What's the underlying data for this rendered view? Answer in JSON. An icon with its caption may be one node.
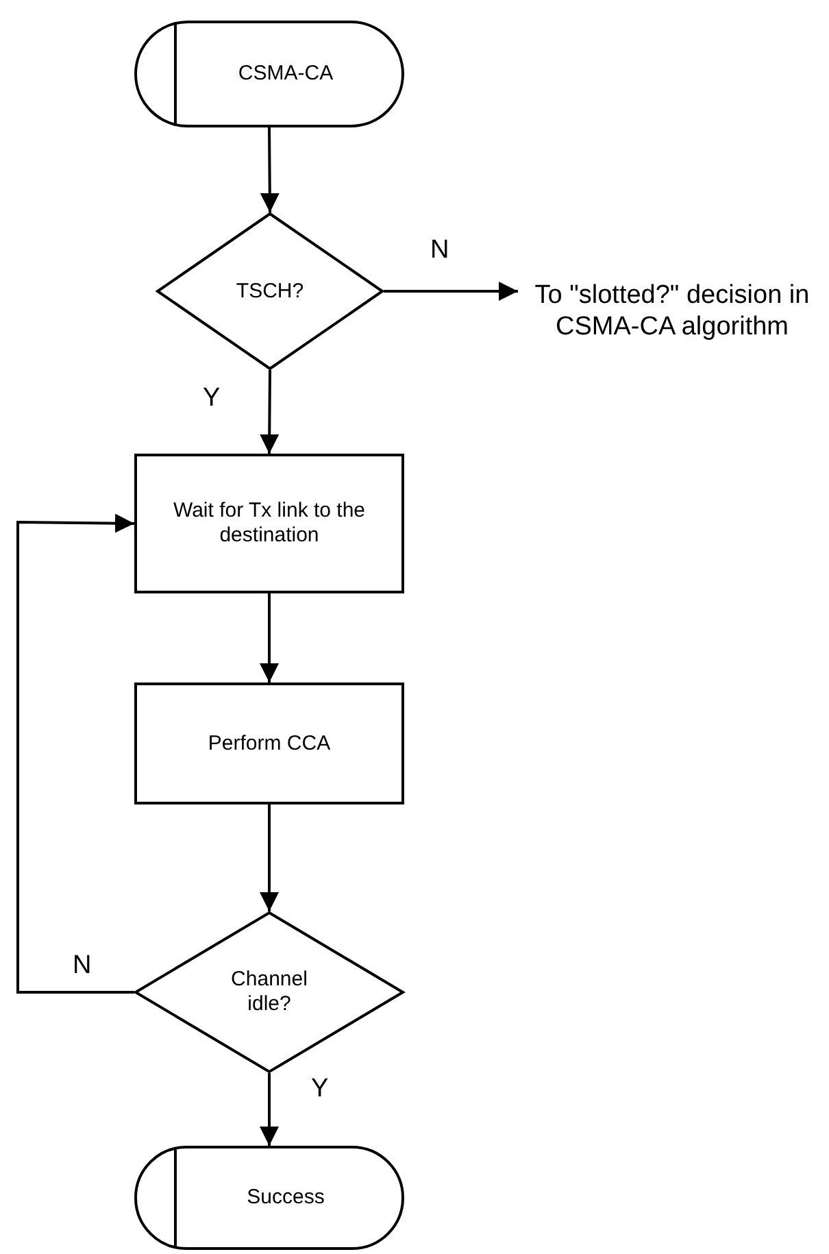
{
  "diagram": {
    "nodes": [
      {
        "text": [
          "CSMA-CA"
        ]
      },
      {
        "text": [
          "TSCH?"
        ]
      },
      {
        "text": [
          "To \"slotted?\" decision in CSMA-CA algorithm"
        ]
      },
      {
        "text": [
          "Wait for Tx link to the destination"
        ]
      },
      {
        "text": [
          "Perform CCA"
        ]
      },
      {
        "text": [
          "Channel idle?"
        ]
      },
      {
        "text": [
          "Success"
        ]
      }
    ],
    "edges": [
      {
        "from": 0,
        "to": 1,
        "arrow": "to"
      },
      {
        "from": 1,
        "to": 2,
        "arrow": "to",
        "label": "N"
      },
      {
        "from": 1,
        "to": 3,
        "arrow": "to",
        "label": "Y"
      },
      {
        "from": 3,
        "to": 4,
        "arrow": "to"
      },
      {
        "from": 4,
        "to": 5,
        "arrow": "to"
      },
      {
        "from": 5,
        "to": 3,
        "arrow": "to",
        "label": "N"
      },
      {
        "from": 5,
        "to": 6,
        "arrow": "to",
        "label": "Y"
      }
    ]
  }
}
